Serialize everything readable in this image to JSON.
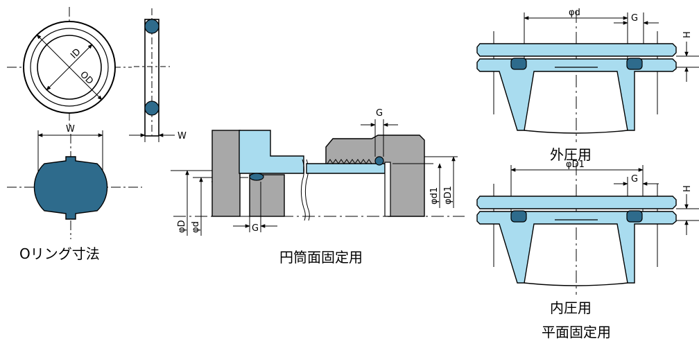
{
  "oring": {
    "caption": "Oリング寸法",
    "id_label": "ID",
    "od_label": "OD",
    "w_label_top": "W",
    "w_label_side": "W"
  },
  "cylinder": {
    "caption": "円筒面固定用",
    "g_top": "G",
    "g_bottom": "G",
    "phi_D": "φD",
    "phi_d": "φd",
    "phi_d1": "φd1",
    "phi_D1": "φD1"
  },
  "flat": {
    "caption": "平面固定用",
    "outer": {
      "caption": "外圧用",
      "phi_d": "φd",
      "g": "G",
      "h": "H"
    },
    "inner": {
      "caption": "内圧用",
      "phi_D1": "φD1",
      "g": "G",
      "h": "H"
    }
  },
  "colors": {
    "seal": "#2e6b8c",
    "flange": "#a9dcef",
    "housing": "#a8a8a8"
  }
}
